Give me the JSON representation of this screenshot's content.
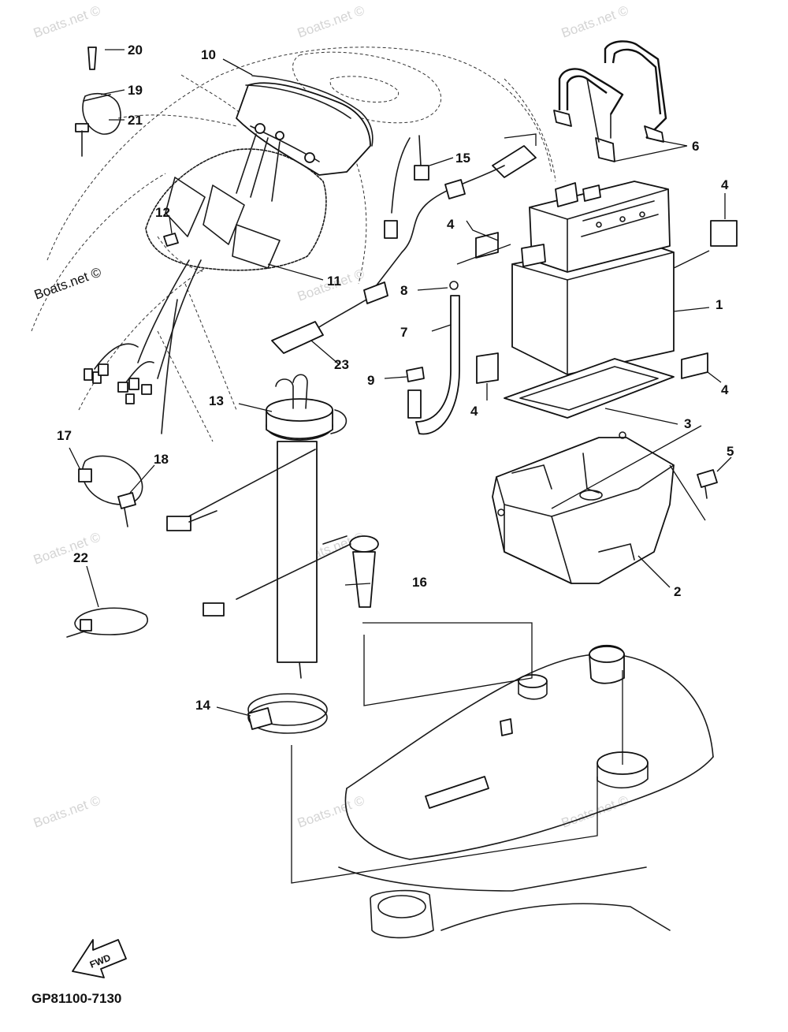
{
  "watermark": "Boats.net ©",
  "diagram_code": "GP81100-7130",
  "direction_arrow": "FWD",
  "parts": [
    "1",
    "2",
    "3",
    "4",
    "4",
    "4",
    "4",
    "5",
    "6",
    "7",
    "8",
    "9",
    "10",
    "11",
    "12",
    "13",
    "14",
    "15",
    "16",
    "17",
    "18",
    "19",
    "20",
    "21",
    "22",
    "23"
  ]
}
